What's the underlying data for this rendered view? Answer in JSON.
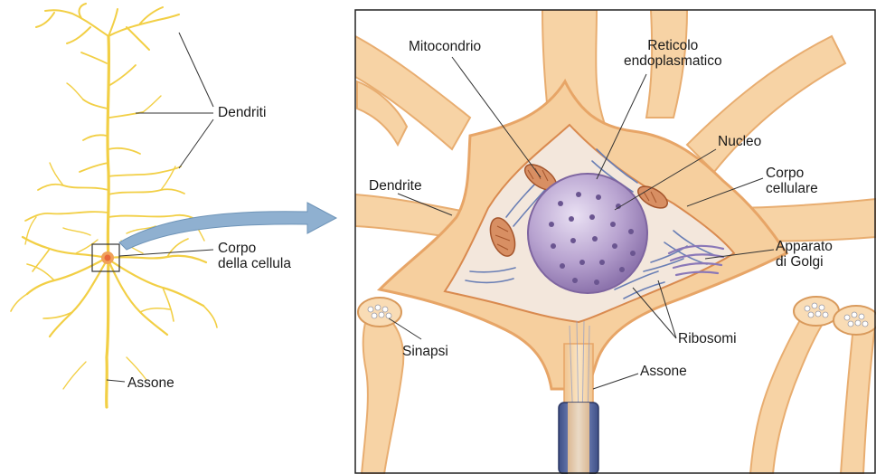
{
  "left_panel": {
    "labels": {
      "dendriti": "Dendriti",
      "corpo_line1": "Corpo",
      "corpo_line2": "della cellula",
      "assone": "Assone"
    }
  },
  "right_panel": {
    "labels": {
      "mitocondrio": "Mitocondrio",
      "reticolo_line1": "Reticolo",
      "reticolo_line2": "endoplasmatico",
      "nucleo": "Nucleo",
      "corpo_line1": "Corpo",
      "corpo_line2": "cellulare",
      "dendrite": "Dendrite",
      "apparato_line1": "Apparato",
      "apparato_line2": "di Golgi",
      "sinapsi": "Sinapsi",
      "ribosomi": "Ribosomi",
      "assone": "Assone"
    }
  },
  "colors": {
    "dendrite_yellow": "#f2cf45",
    "cytoplasm": "#f6cf9e",
    "cell_membrane": "#e7a567",
    "nucleus": "#b6a2cc",
    "er_blue": "#6a7fb5",
    "arrow_blue": "#7fa4c6"
  }
}
